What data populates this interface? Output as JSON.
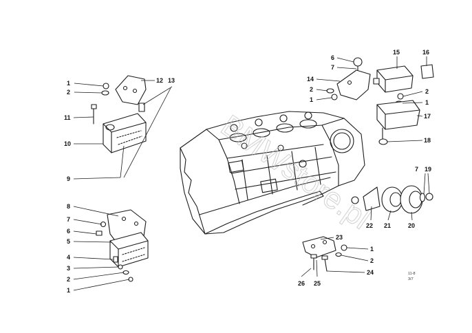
{
  "watermark": "BMWstore.pl",
  "drawing_code": [
    "11-8",
    "3/7"
  ],
  "labels": {
    "l1a": "1",
    "l2a": "2",
    "l12": "12",
    "l13": "13",
    "l11": "11",
    "l10": "10",
    "l9": "9",
    "l8": "8",
    "l7a": "7",
    "l6a": "6",
    "l5": "5",
    "l4": "4",
    "l3": "3",
    "l2b": "2",
    "l1b": "1",
    "l6b": "6",
    "l7b": "7",
    "l14": "14",
    "l2c": "2",
    "l1c": "1",
    "l15": "15",
    "l16": "16",
    "l2d": "2",
    "l1d": "1",
    "l17": "17",
    "l18": "18",
    "l7c": "7",
    "l19": "19",
    "l22": "22",
    "l21": "21",
    "l20": "20",
    "l23": "23",
    "l1e": "1",
    "l2e": "2",
    "l24": "24",
    "l26": "26",
    "l25": "25"
  }
}
